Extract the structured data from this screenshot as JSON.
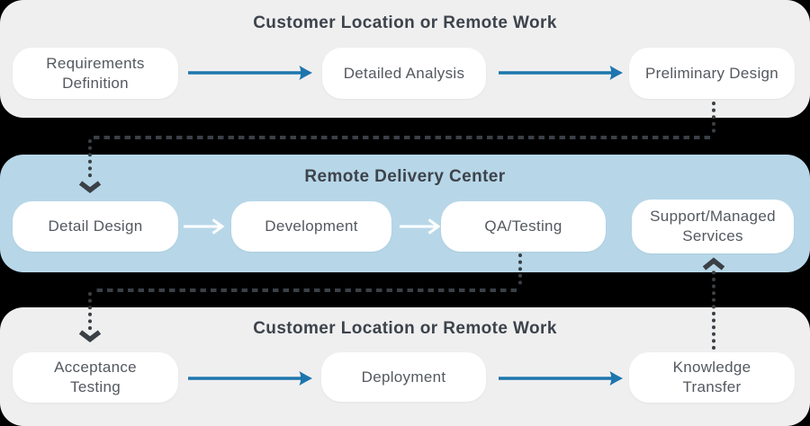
{
  "diagram": {
    "bands": [
      {
        "id": "top",
        "title": "Customer Location or Remote Work",
        "background": "#efeff0",
        "boxes": [
          {
            "label": "Requirements\nDefinition"
          },
          {
            "label": "Detailed Analysis"
          },
          {
            "label": "Preliminary Design"
          }
        ]
      },
      {
        "id": "middle",
        "title": "Remote Delivery Center",
        "background": "#b7d7e8",
        "boxes": [
          {
            "label": "Detail Design"
          },
          {
            "label": "Development"
          },
          {
            "label": "QA/Testing"
          },
          {
            "label": "Support/Managed\nServices"
          }
        ]
      },
      {
        "id": "bottom",
        "title": "Customer Location or Remote Work",
        "background": "#efeff0",
        "boxes": [
          {
            "label": "Acceptance\nTesting"
          },
          {
            "label": "Deployment"
          },
          {
            "label": "Knowledge\nTransfer"
          }
        ]
      }
    ],
    "flows": [
      {
        "from": "Requirements Definition",
        "to": "Detailed Analysis",
        "style": "solid-blue"
      },
      {
        "from": "Detailed Analysis",
        "to": "Preliminary Design",
        "style": "solid-blue"
      },
      {
        "from": "Preliminary Design",
        "to": "Detail Design",
        "style": "dotted-dark"
      },
      {
        "from": "Detail Design",
        "to": "Development",
        "style": "solid-white"
      },
      {
        "from": "Development",
        "to": "QA/Testing",
        "style": "solid-white"
      },
      {
        "from": "QA/Testing",
        "to": "Acceptance Testing",
        "style": "dotted-dark"
      },
      {
        "from": "Acceptance Testing",
        "to": "Deployment",
        "style": "solid-blue"
      },
      {
        "from": "Deployment",
        "to": "Knowledge Transfer",
        "style": "solid-blue"
      },
      {
        "from": "Knowledge Transfer",
        "to": "Support/Managed Services",
        "style": "dotted-dark"
      }
    ],
    "colors": {
      "background": "#000000",
      "band_gray": "#efeff0",
      "band_blue": "#b7d7e8",
      "box_bg": "#ffffff",
      "arrow_blue": "#1d76ad",
      "arrow_white": "#ffffff",
      "connector_dark": "#3a4046",
      "title_text": "#3d434b",
      "box_text": "#54595f"
    }
  }
}
